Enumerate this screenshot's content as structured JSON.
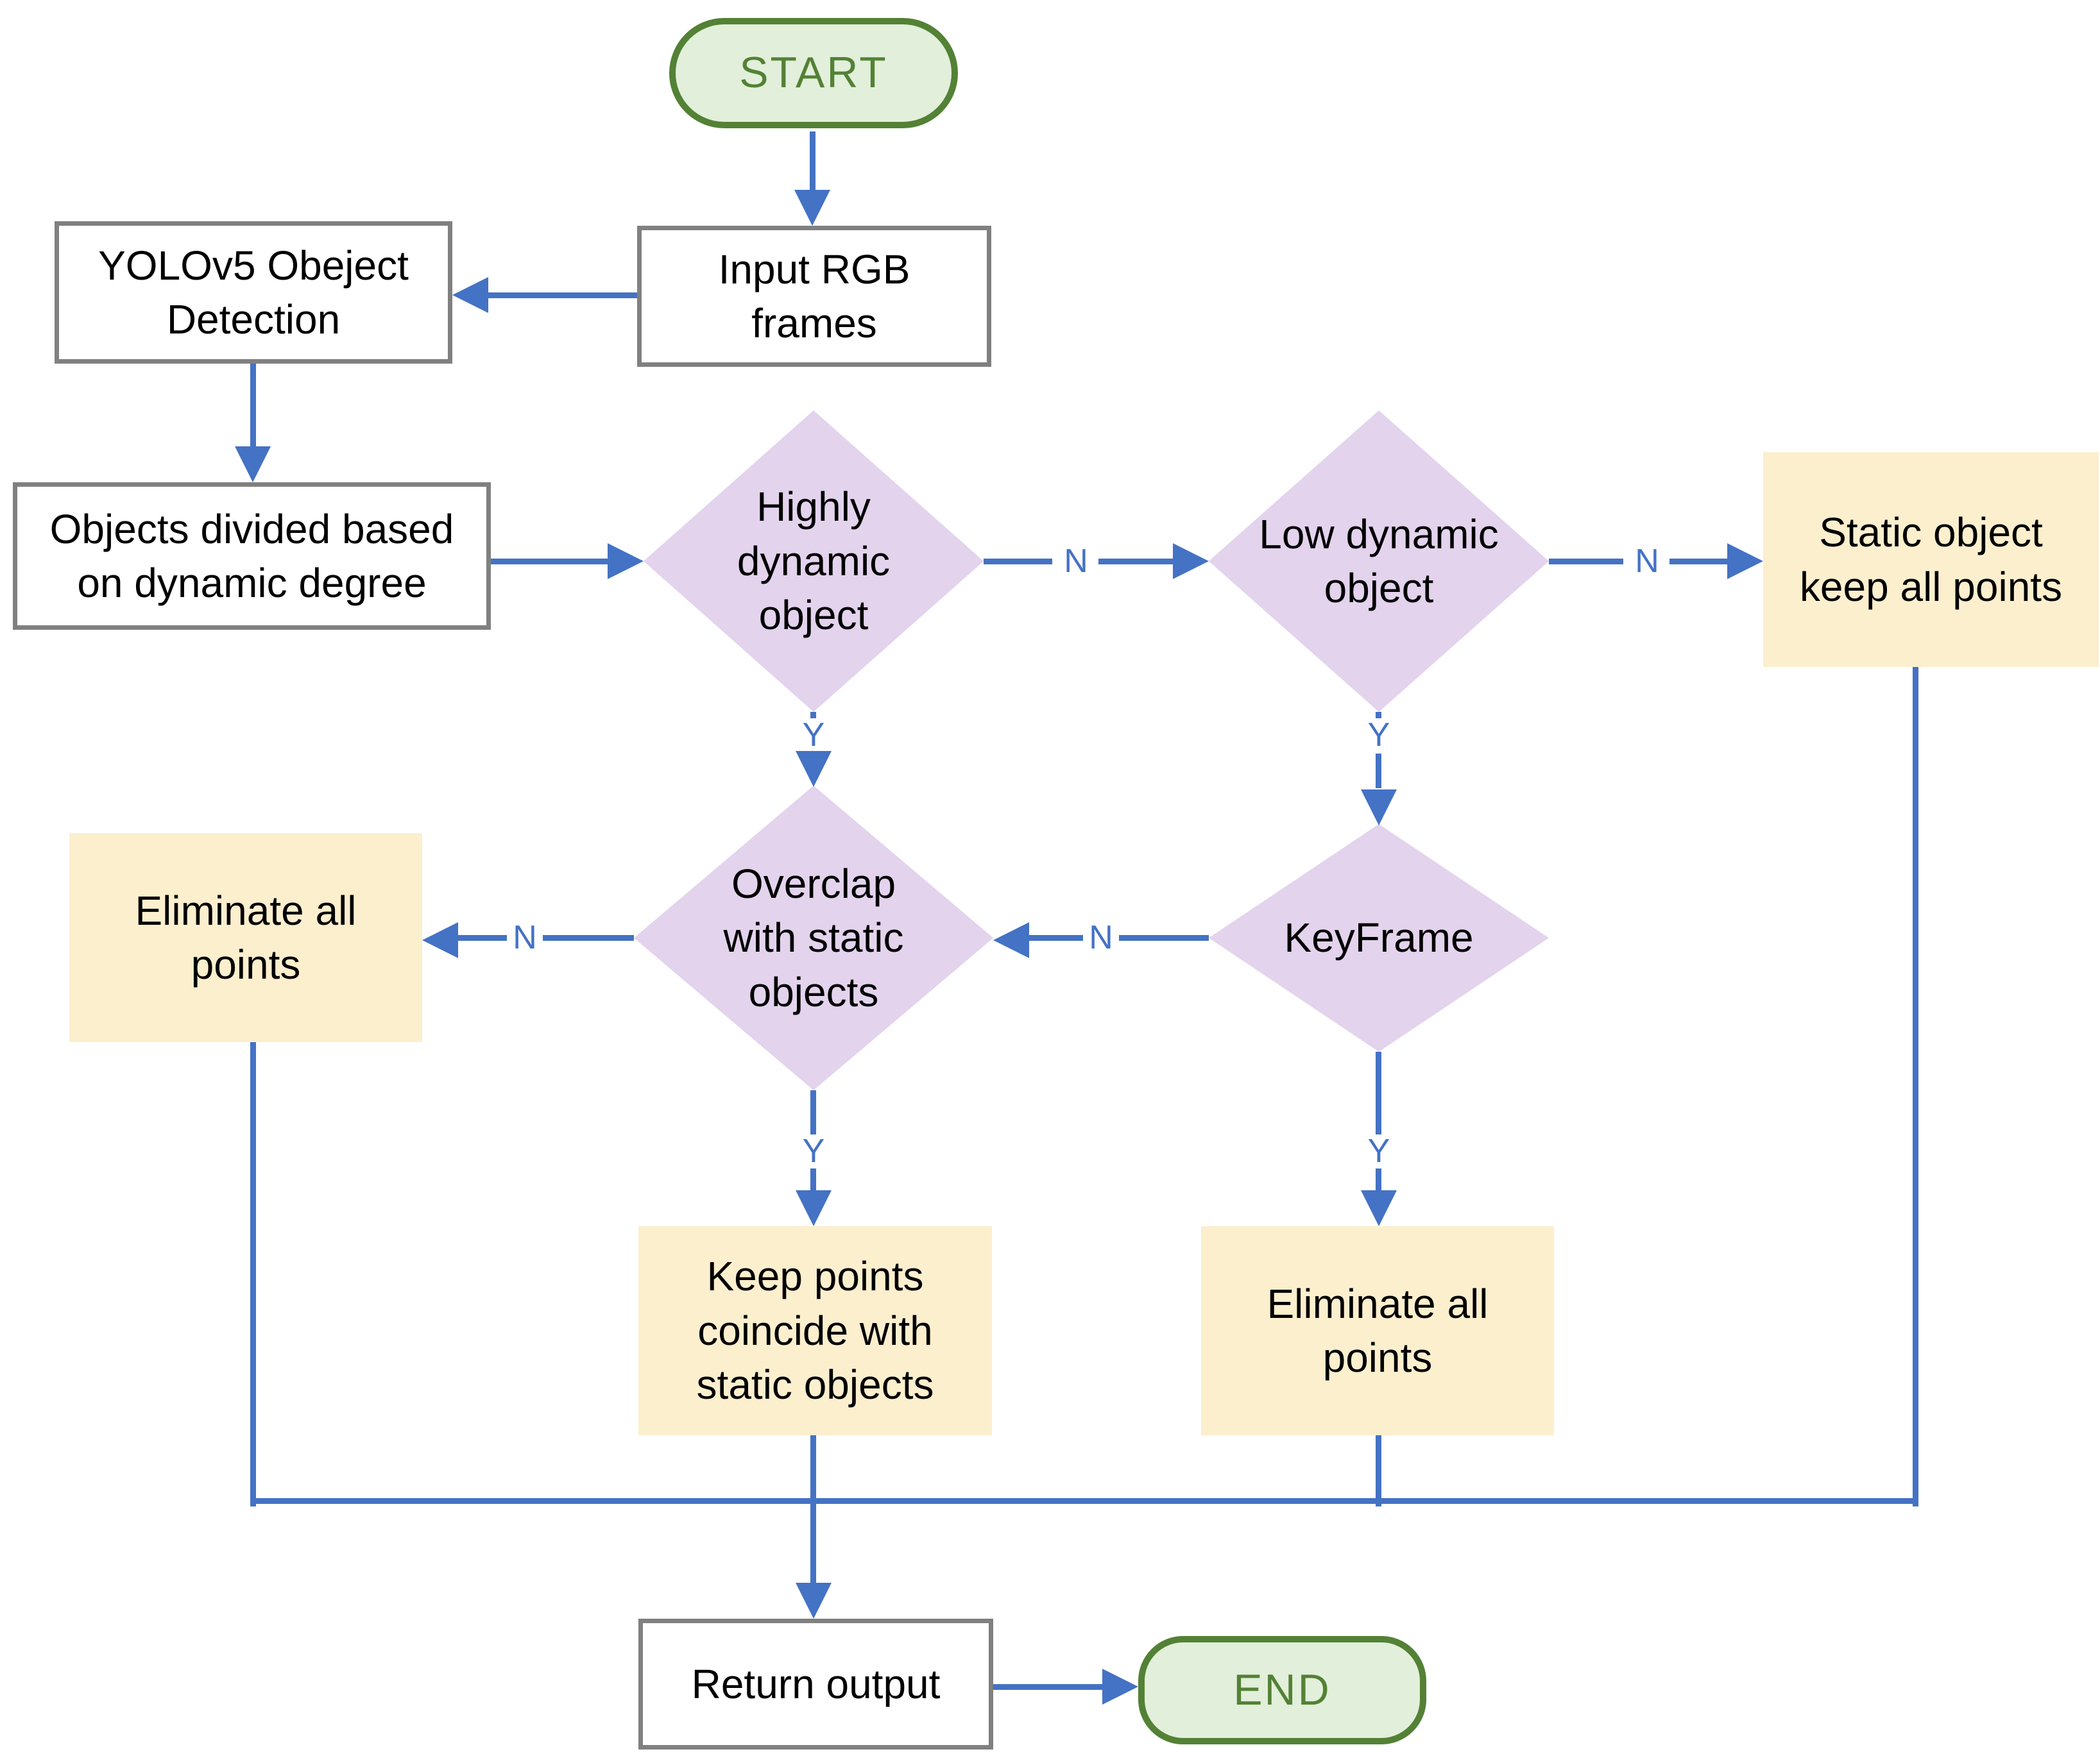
{
  "diagram_type": "flowchart",
  "colors": {
    "arrow_blue": "#4472C4",
    "decision_lavender": "#E3D3ED",
    "action_yellow": "#FCEFCE",
    "terminator_green_fill": "#E2EFDA",
    "terminator_green_border": "#538135",
    "process_gray_border": "#808080",
    "process_text": "#000000"
  },
  "nodes": {
    "start": "START",
    "input_rgb": "Input RGB frames",
    "yolo": "YOLOv5 Obeject Detection",
    "divide": "Objects divided based on dynamic degree",
    "highly_dynamic": "Highly dynamic object",
    "low_dynamic": "Low dynamic object",
    "static_keep": "Static object keep all points",
    "overclap": "Overclap with static objects",
    "keyframe": "KeyFrame",
    "eliminate_left": "Eliminate all points",
    "keep_points": "Keep points coincide with static objects",
    "eliminate_right": "Eliminate all points",
    "return_output": "Return output",
    "end": "END"
  },
  "edge_labels": {
    "highly_to_low": "N",
    "low_to_static": "N",
    "highly_to_overclap": "Y",
    "low_to_keyframe": "Y",
    "keyframe_to_overclap": "N",
    "overclap_to_eliminate_left": "N",
    "overclap_to_keep_points": "Y",
    "keyframe_to_eliminate_right": "Y"
  }
}
